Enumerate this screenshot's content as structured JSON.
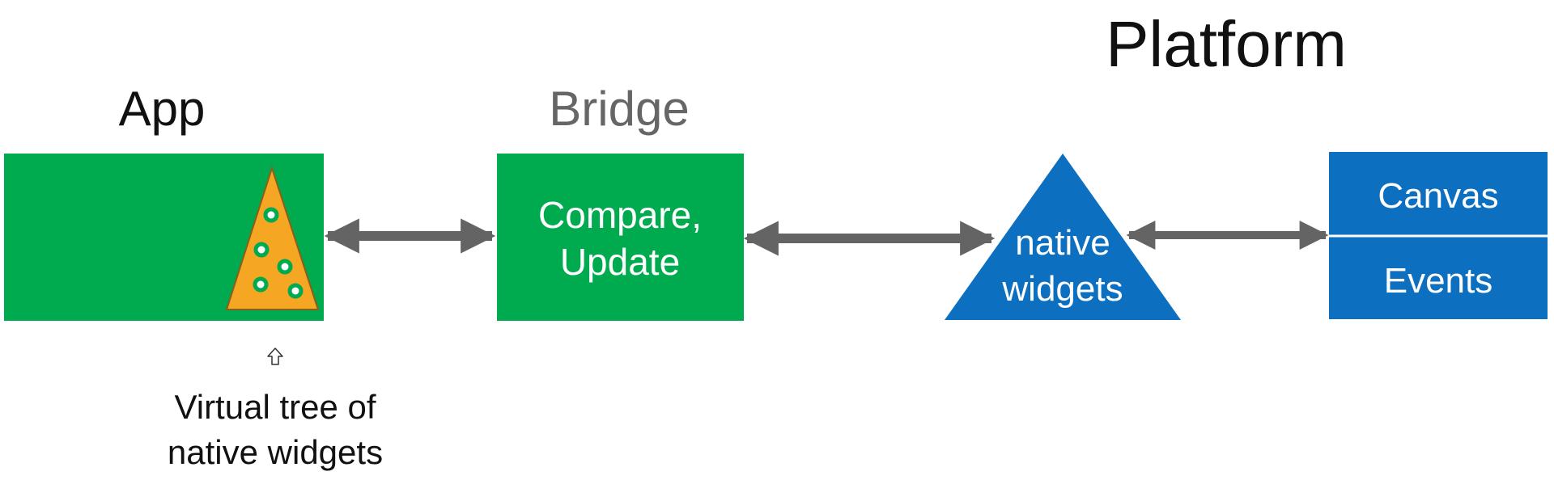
{
  "labels": {
    "app": "App",
    "bridge": "Bridge",
    "platform": "Platform"
  },
  "bridge_box": {
    "line1": "Compare,",
    "line2": "Update"
  },
  "native_widgets": {
    "line1": "native",
    "line2": "widgets"
  },
  "platform_box": {
    "canvas": "Canvas",
    "events": "Events"
  },
  "annotation": {
    "line1": "Virtual tree of",
    "line2": "native widgets"
  },
  "icons": {
    "pointer": "up-arrow-icon"
  },
  "colors": {
    "green": "#00AA4F",
    "orange": "#F5A623",
    "blue": "#0C6FBF",
    "arrow_gray": "#646464",
    "text_dark": "#111111",
    "text_gray": "#666666",
    "white": "#ffffff"
  }
}
